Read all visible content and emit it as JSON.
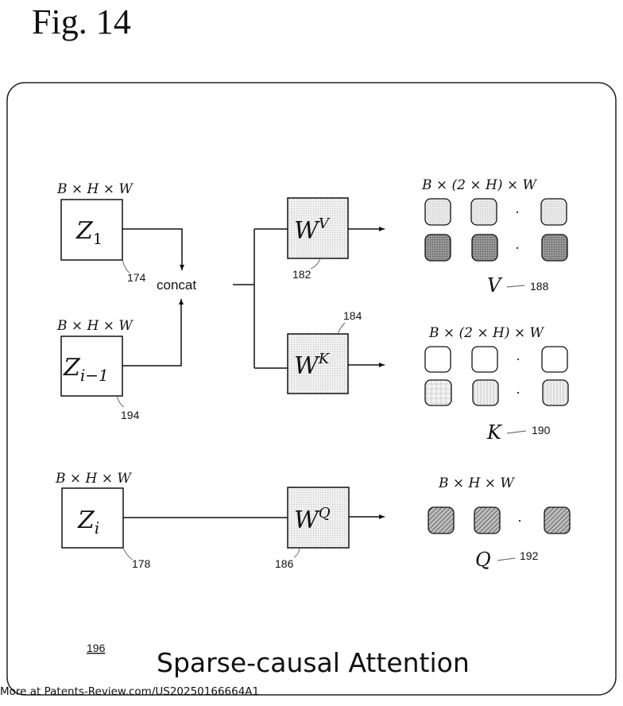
{
  "figure": {
    "title": "Fig. 14",
    "caption": "Sparse-causal Attention",
    "caption_ref": "196",
    "footer": "More at Patents-Review.com/US20250166664A1"
  },
  "inputs": {
    "z1": {
      "base": "Z",
      "sub": "1",
      "dims": "B × H × W",
      "ref": "174"
    },
    "zi_minus_1": {
      "base": "Z",
      "sub": "i−1",
      "dims": "B × H × W",
      "ref": "194"
    },
    "zi": {
      "base": "Z",
      "sub": "i",
      "dims": "B × H × W",
      "ref": "178"
    }
  },
  "concat_label": "concat",
  "weights": {
    "wv": {
      "base": "W",
      "sup": "V",
      "ref": "182"
    },
    "wk": {
      "base": "W",
      "sup": "K",
      "ref": "184"
    },
    "wq": {
      "base": "W",
      "sup": "Q",
      "ref": "186"
    }
  },
  "outputs": {
    "v": {
      "dims": "B × (2 × H) × W",
      "label": "V",
      "ref": "188",
      "dot": "·"
    },
    "k": {
      "dims": "B × (2 × H) × W",
      "label": "K",
      "ref": "190",
      "dot": "·"
    },
    "q": {
      "dims": "B × H × W",
      "label": "Q",
      "ref": "192",
      "dot": "·"
    }
  }
}
